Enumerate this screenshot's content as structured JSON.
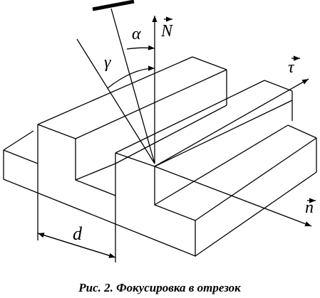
{
  "labels": {
    "alpha": "α",
    "gamma": "γ",
    "N": "N",
    "tau": "τ",
    "n": "n",
    "d": "d"
  },
  "caption": "Рис. 2. Фокусировка в отрезок"
}
